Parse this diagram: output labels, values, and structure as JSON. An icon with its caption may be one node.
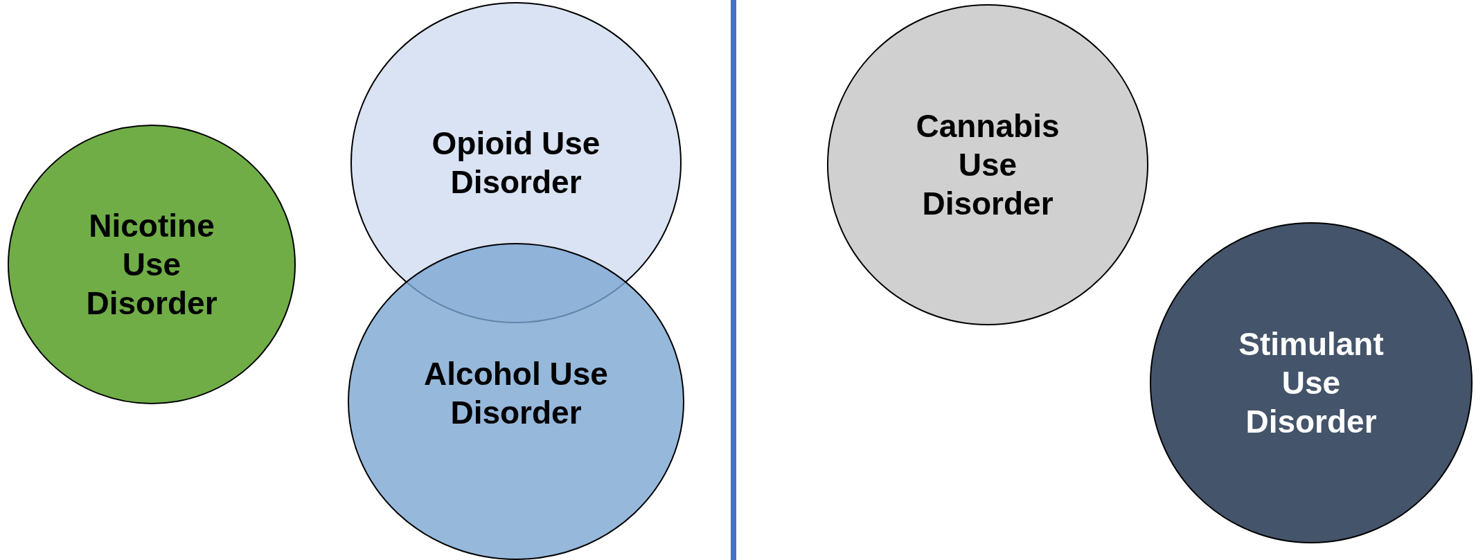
{
  "diagram": {
    "nodes": [
      {
        "text": [
          "Nicotine Use Disorder"
        ]
      },
      {
        "text": [
          "Opioid Use Disorder"
        ]
      },
      {
        "text": [
          "Alcohol Use Disorder"
        ]
      },
      {
        "text": [
          "Cannabis Use Disorder"
        ]
      },
      {
        "text": [
          "Stimulant Use Disorder"
        ]
      }
    ]
  }
}
